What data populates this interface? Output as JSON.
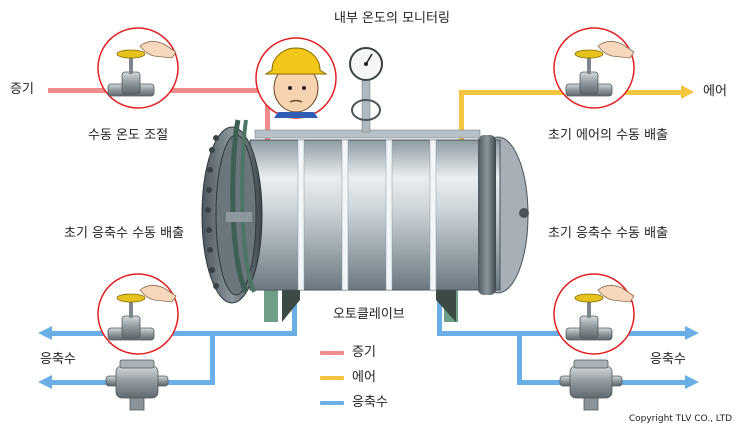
{
  "title": "내부 온도의 모니터링",
  "labels": {
    "steam_in": "증기",
    "air_out": "에어",
    "manual_temp": "수동 온도 조절",
    "initial_air": "초기 에어의 수동 배출",
    "initial_cond_left": "초기 응축수 수동 배출",
    "initial_cond_right": "초기 응축수 수동 배출",
    "autoclave": "오토클레이브",
    "cond_left": "응축수",
    "cond_right": "응축수"
  },
  "legend": [
    {
      "label": "증기",
      "color": "#f08c8c"
    },
    {
      "label": "에어",
      "color": "#f5c542"
    },
    {
      "label": "응축수",
      "color": "#6aaee6"
    }
  ],
  "copyright": "Copyright TLV CO., LTD",
  "colors": {
    "steam": "#f08c8c",
    "air": "#f5c542",
    "condensate": "#6aaee6",
    "circle": "#e02020",
    "arrow_red": "#e00000"
  }
}
